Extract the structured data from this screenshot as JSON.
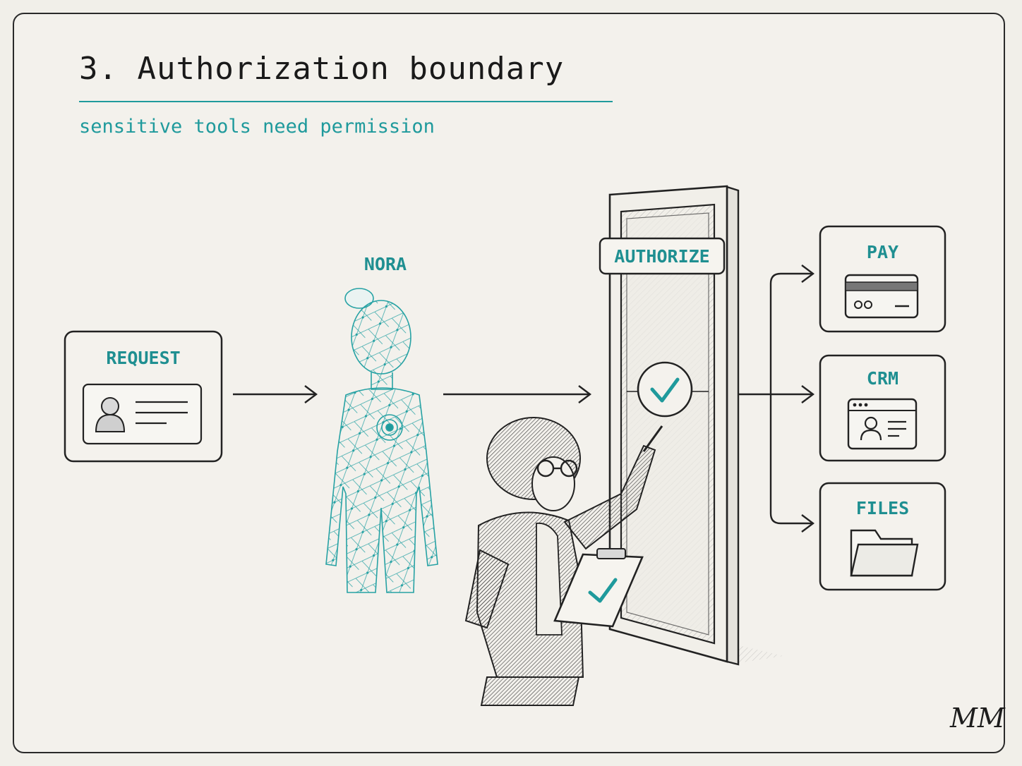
{
  "header": {
    "title": "3. Authorization boundary",
    "subtitle": "sensitive tools need permission"
  },
  "nodes": {
    "request": "REQUEST",
    "agent": "NORA",
    "gate": "AUTHORIZE",
    "tools": [
      {
        "label": "PAY",
        "icon": "credit-card-icon"
      },
      {
        "label": "CRM",
        "icon": "contact-window-icon"
      },
      {
        "label": "FILES",
        "icon": "folder-icon"
      }
    ]
  },
  "signature": "MM",
  "colors": {
    "accent": "#1f9a9c",
    "ink": "#1d1d1d",
    "paper": "#f3f1ec"
  }
}
